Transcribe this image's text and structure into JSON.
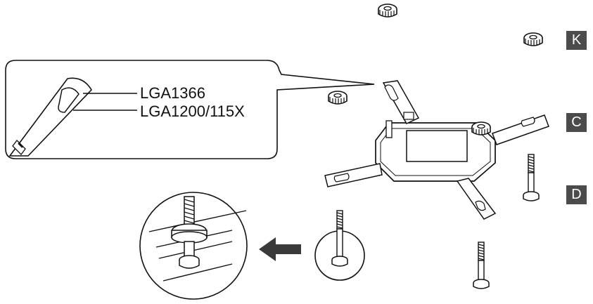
{
  "callout": {
    "socket_upper": "LGA1366",
    "socket_lower": "LGA1200/115X"
  },
  "badges": {
    "k": "K",
    "c": "C",
    "d": "D"
  },
  "colors": {
    "ink": "#111111",
    "badge_bg": "#4b4b4b",
    "badge_text": "#ffffff",
    "arrow": "#3a3a3a"
  },
  "icons": {
    "direction": "arrow-left-icon"
  }
}
